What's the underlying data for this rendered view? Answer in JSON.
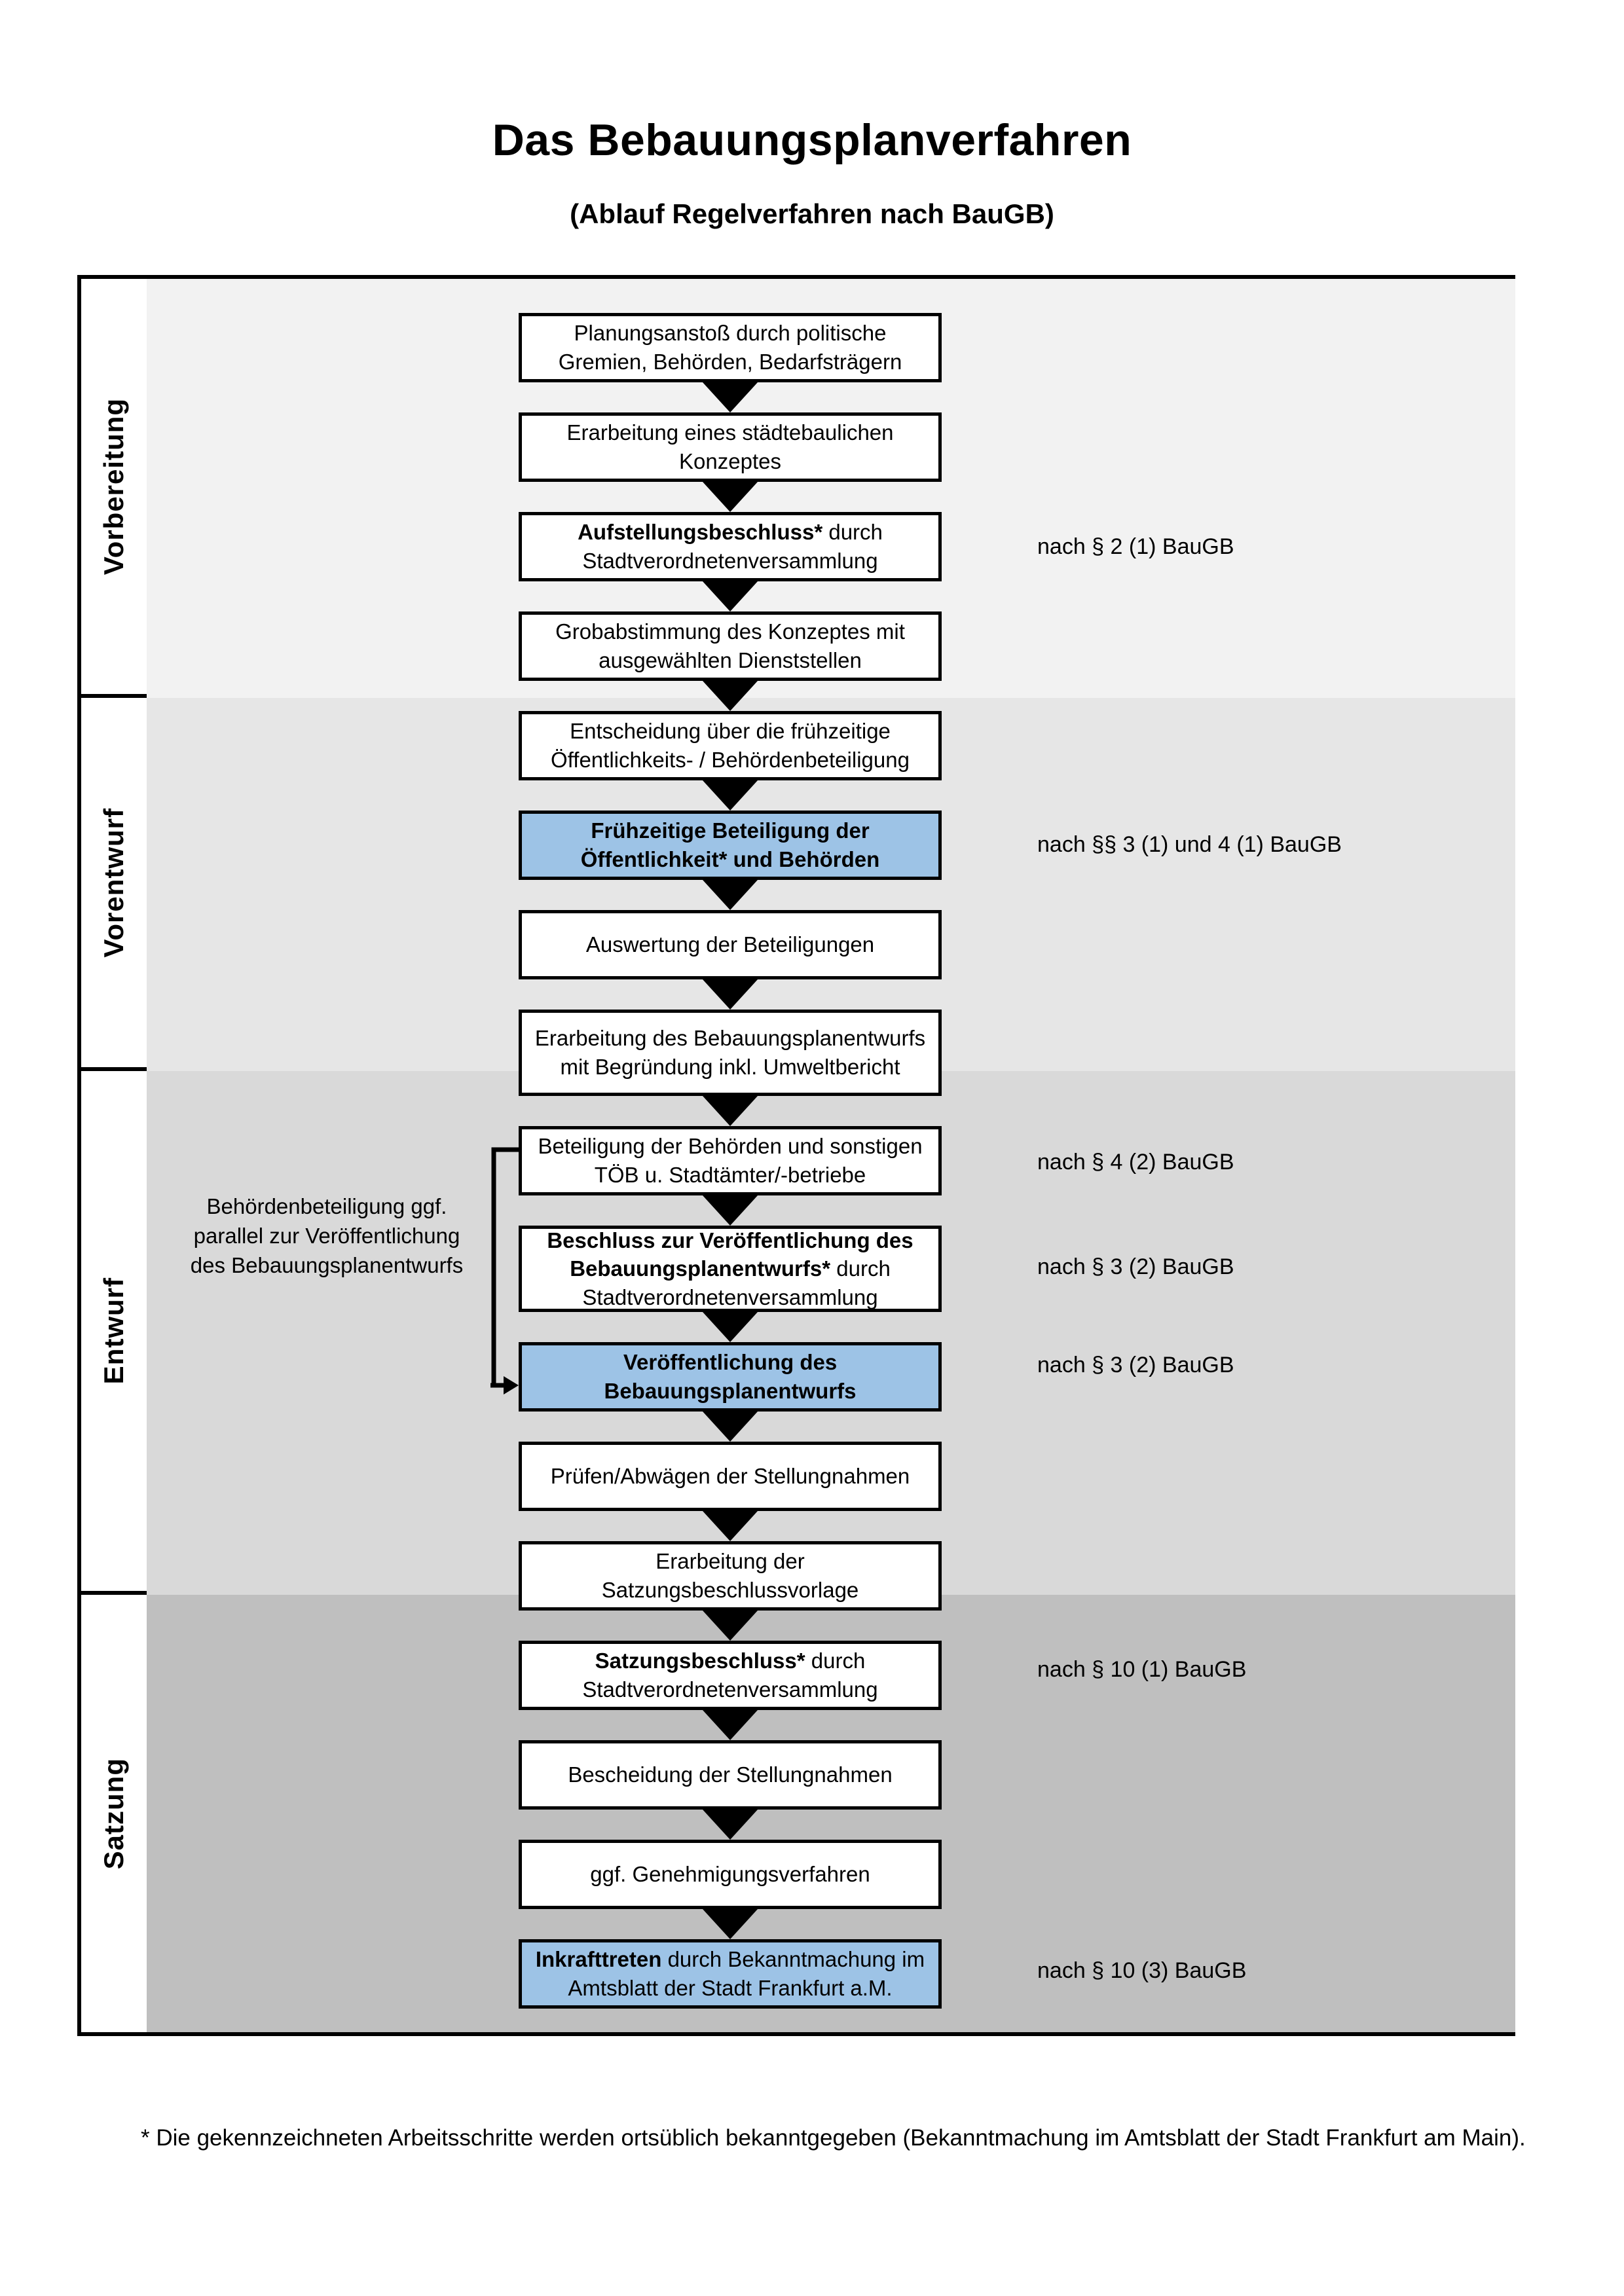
{
  "header": {
    "title": "Das Bebauungsplanverfahren",
    "subtitle": "(Ablauf Regelverfahren nach BauGB)"
  },
  "phases": [
    {
      "id": "vorbereitung",
      "label": "Vorbereitung",
      "band_color": "#F2F2F2"
    },
    {
      "id": "vorentwurf",
      "label": "Vorentwurf",
      "band_color": "#E6E6E6"
    },
    {
      "id": "entwurf",
      "label": "Entwurf",
      "band_color": "#D9D9D9"
    },
    {
      "id": "satzung",
      "label": "Satzung",
      "band_color": "#BFBFBF"
    }
  ],
  "steps": [
    {
      "id": "s1",
      "phase": "vorbereitung",
      "bold": "",
      "text": "Planungsanstoß durch politische Gremien, Behörden, Bedarfsträgern",
      "highlight": false
    },
    {
      "id": "s2",
      "phase": "vorbereitung",
      "bold": "",
      "text": "Erarbeitung eines städtebaulichen Konzeptes",
      "highlight": false
    },
    {
      "id": "s3",
      "phase": "vorbereitung",
      "bold": "Aufstellungsbeschluss*",
      "text": " durch Stadtverordnetenversammlung",
      "highlight": false
    },
    {
      "id": "s4",
      "phase": "vorentwurf",
      "bold": "",
      "text": "Grobabstimmung des Konzeptes mit ausgewählten Dienststellen",
      "highlight": false
    },
    {
      "id": "s5",
      "phase": "vorentwurf",
      "bold": "",
      "text": "Entscheidung über die frühzeitige Öffentlichkeits- / Behördenbeteiligung",
      "highlight": false
    },
    {
      "id": "s6",
      "phase": "vorentwurf",
      "bold": "Frühzeitige Beteiligung der Öffentlichkeit* und Behörden",
      "text": "",
      "highlight": true
    },
    {
      "id": "s7",
      "phase": "entwurf",
      "bold": "",
      "text": "Auswertung der Beteiligungen",
      "highlight": false
    },
    {
      "id": "s8",
      "phase": "entwurf",
      "bold": "",
      "text": "Erarbeitung des Bebauungsplanentwurfs mit Begründung inkl. Umweltbericht",
      "highlight": false
    },
    {
      "id": "s9",
      "phase": "entwurf",
      "bold": "",
      "text": "Beteiligung der Behörden und sonstigen TÖB u. Stadtämter/-betriebe",
      "highlight": false
    },
    {
      "id": "s10",
      "phase": "entwurf",
      "bold": "Beschluss zur Veröffentlichung des Bebauungsplanentwurfs*",
      "text": " durch Stadtverordnetenversammlung",
      "highlight": false
    },
    {
      "id": "s11",
      "phase": "entwurf",
      "bold": "Veröffentlichung des Bebauungsplanentwurfs",
      "text": "",
      "highlight": true
    },
    {
      "id": "s12",
      "phase": "satzung",
      "bold": "",
      "text": "Prüfen/Abwägen der Stellungnahmen",
      "highlight": false
    },
    {
      "id": "s13",
      "phase": "satzung",
      "bold": "",
      "text": "Erarbeitung der Satzungsbeschlussvorlage",
      "highlight": false
    },
    {
      "id": "s14",
      "phase": "satzung",
      "bold": "Satzungsbeschluss*",
      "text": " durch Stadtverordnetenversammlung",
      "highlight": false
    },
    {
      "id": "s15",
      "phase": "satzung",
      "bold": "",
      "text": "Bescheidung der Stellungnahmen",
      "highlight": false
    },
    {
      "id": "s16",
      "phase": "satzung",
      "bold": "",
      "text": "ggf. Genehmigungsverfahren",
      "highlight": false
    },
    {
      "id": "s17",
      "phase": "satzung",
      "bold": "Inkrafttreten",
      "text": " durch Bekanntmachung im Amtsblatt der Stadt Frankfurt a.M.",
      "highlight": true
    }
  ],
  "legal_refs": [
    {
      "id": "l1",
      "text": "nach § 2 (1) BauGB"
    },
    {
      "id": "l2",
      "text": "nach §§ 3 (1) und 4 (1) BauGB"
    },
    {
      "id": "l3",
      "text": "nach § 4 (2) BauGB"
    },
    {
      "id": "l4",
      "text": "nach § 3 (2) BauGB"
    },
    {
      "id": "l5",
      "text": "nach § 3 (2) BauGB"
    },
    {
      "id": "l6",
      "text": "nach § 10 (1) BauGB"
    },
    {
      "id": "l7",
      "text": "nach § 10 (3) BauGB"
    }
  ],
  "annotation": {
    "text": "Behördenbeteiligung ggf. parallel zur Veröffentlichung des Bebauungsplanentwurfs"
  },
  "footnote": {
    "text": "* Die gekennzeichneten Arbeitsschritte werden ortsüblich bekanntgegeben (Bekanntmachung im Amtsblatt  der Stadt Frankfurt am Main)."
  },
  "colors": {
    "highlight_blue": "#9DC3E6",
    "border_black": "#000000"
  }
}
